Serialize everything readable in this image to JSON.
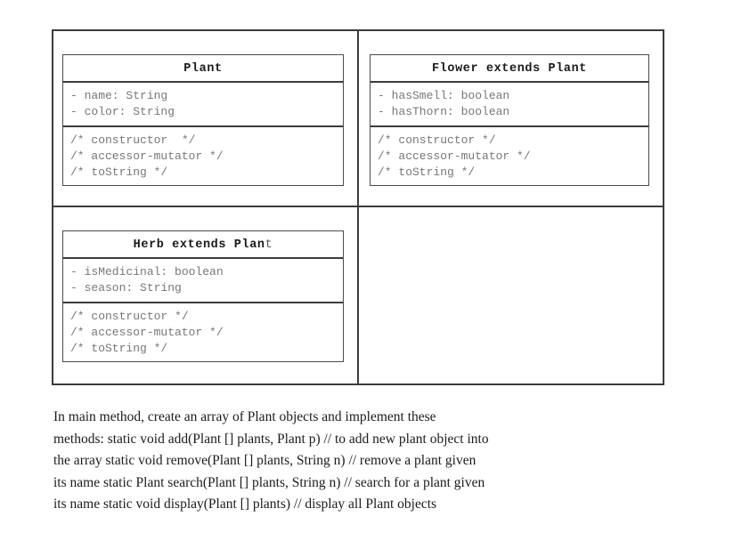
{
  "diagram": {
    "classes": [
      {
        "id": "plant",
        "title": "Plant",
        "title_main": "Plant",
        "title_tail": "",
        "attributes": [
          "- name: String",
          "- color: String"
        ],
        "methods": [
          "/* constructor  */",
          "/* accessor-mutator */",
          "/* toString */"
        ]
      },
      {
        "id": "flower",
        "title": "Flower extends Plant",
        "title_main": "Flower extends Plant",
        "title_tail": "",
        "attributes": [
          "- hasSmell: boolean",
          "- hasThorn: boolean"
        ],
        "methods": [
          "/* constructor */",
          "/* accessor-mutator */",
          "/* toString */"
        ]
      },
      {
        "id": "herb",
        "title": "Herb extends Plant",
        "title_main": "Herb extends Plan",
        "title_tail": "t",
        "attributes": [
          "- isMedicinal: boolean",
          "- season: String"
        ],
        "methods": [
          "/* constructor */",
          "/* accessor-mutator */",
          "/* toString */"
        ]
      }
    ],
    "empty_cell_label": ""
  },
  "note": {
    "lines": [
      "In main method, create an array of Plant objects and implement these",
      "methods: static void add(Plant [] plants, Plant p) // to add new plant object into",
      "the array static void remove(Plant [] plants, String n) // remove a plant given",
      "its name static Plant search(Plant [] plants, String n) // search for a plant given",
      "its name static void display(Plant [] plants) // display all Plant objects"
    ]
  },
  "colors": {
    "border": "#3b3b3b",
    "box_border": "#4a4a4a",
    "title_text": "#1a1a1a",
    "body_text": "#777777",
    "note_text": "#1b1b1b",
    "background": "#ffffff"
  }
}
